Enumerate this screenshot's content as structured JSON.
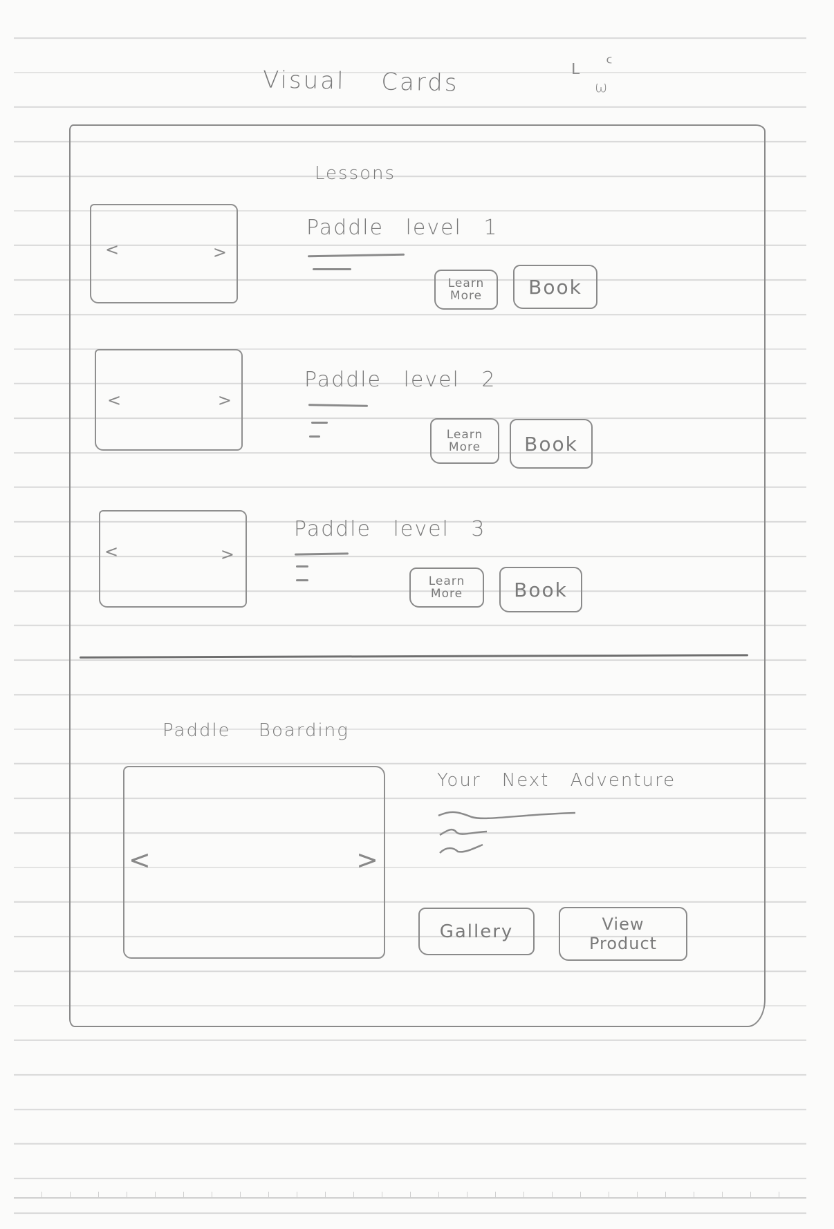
{
  "page": {
    "title": "Visual Cards",
    "corner_marks": "ᒪ ᑦ\n  ω"
  },
  "lessons": {
    "heading": "Lessons",
    "cards": [
      {
        "title": "Paddle level 1",
        "carousel": {
          "prev_icon": "<",
          "next_icon": ">"
        },
        "learn_more_label": "Learn\nMore",
        "book_label": "Book"
      },
      {
        "title": "Paddle level 2",
        "carousel": {
          "prev_icon": "<",
          "next_icon": ">"
        },
        "learn_more_label": "Learn\nMore",
        "book_label": "Book"
      },
      {
        "title": "Paddle level 3",
        "carousel": {
          "prev_icon": "<",
          "next_icon": ">"
        },
        "learn_more_label": "Learn\nMore",
        "book_label": "Book"
      }
    ]
  },
  "paddle_boarding": {
    "heading": "Paddle Boarding",
    "carousel": {
      "prev_icon": "<",
      "next_icon": ">"
    },
    "card_title": "Your Next Adventure",
    "gallery_label": "Gallery",
    "view_product_label": "View Product"
  },
  "colors": {
    "paper": "#fbfbfa",
    "pencil": "#7a7a7a",
    "ruled_line": "#d9d9d9"
  }
}
